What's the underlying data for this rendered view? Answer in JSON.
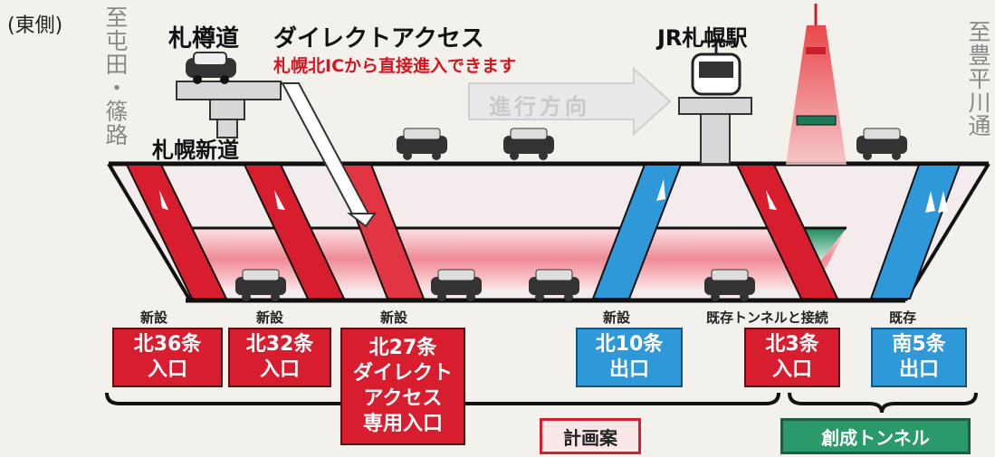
{
  "side_left": "(東側)",
  "dest_left": "至屯田・篠路",
  "dest_right": "至豊平川通",
  "satsukaru": "札樽道",
  "direct_access": "ダイレクトアクセス",
  "direct_note": "札幌北ICから直接進入できます",
  "shindo": "札幌新道",
  "direction": "進行方向",
  "jr": "JR札幌駅",
  "tags": [
    "新設",
    "新設",
    "新設",
    "新設",
    "既存トンネルと接続",
    "既存"
  ],
  "ramps": [
    {
      "line1": "北36条",
      "line2": "入口",
      "color": "red"
    },
    {
      "line1": "北32条",
      "line2": "入口",
      "color": "red"
    },
    {
      "line1": "北27条",
      "line2": "ダイレクト",
      "line3": "アクセス",
      "line4": "専用入口",
      "color": "red"
    },
    {
      "line1": "北10条",
      "line2": "出口",
      "color": "blue"
    },
    {
      "line1": "北3条",
      "line2": "入口",
      "color": "red"
    },
    {
      "line1": "南5条",
      "line2": "出口",
      "color": "blue"
    }
  ],
  "plan": "計画案",
  "sosei": "創成トンネル",
  "colors": {
    "red": "#d81e2e",
    "blue": "#2e98d8",
    "green": "#2a9a6a",
    "pink": "#f0a8b0"
  }
}
